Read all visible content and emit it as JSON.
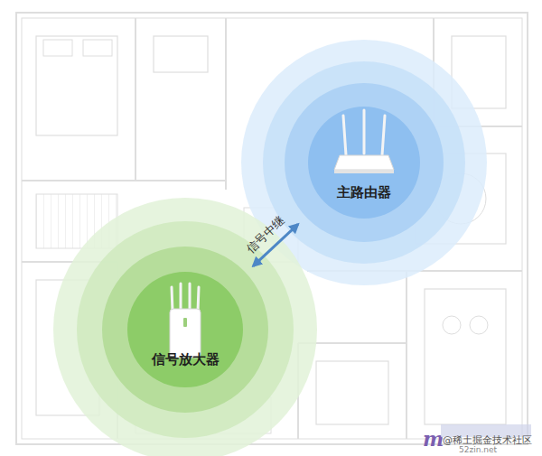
{
  "diagram": {
    "nodes": [
      {
        "text": [
          "主路由器"
        ]
      },
      {
        "text": [
          "信号放大器"
        ]
      }
    ],
    "edges": [
      {
        "from": 1,
        "to": 0,
        "arrow": "both",
        "label": "信号中继"
      }
    ],
    "labels": [
      "@稀土掘金技术社区",
      "52zin.net"
    ]
  }
}
